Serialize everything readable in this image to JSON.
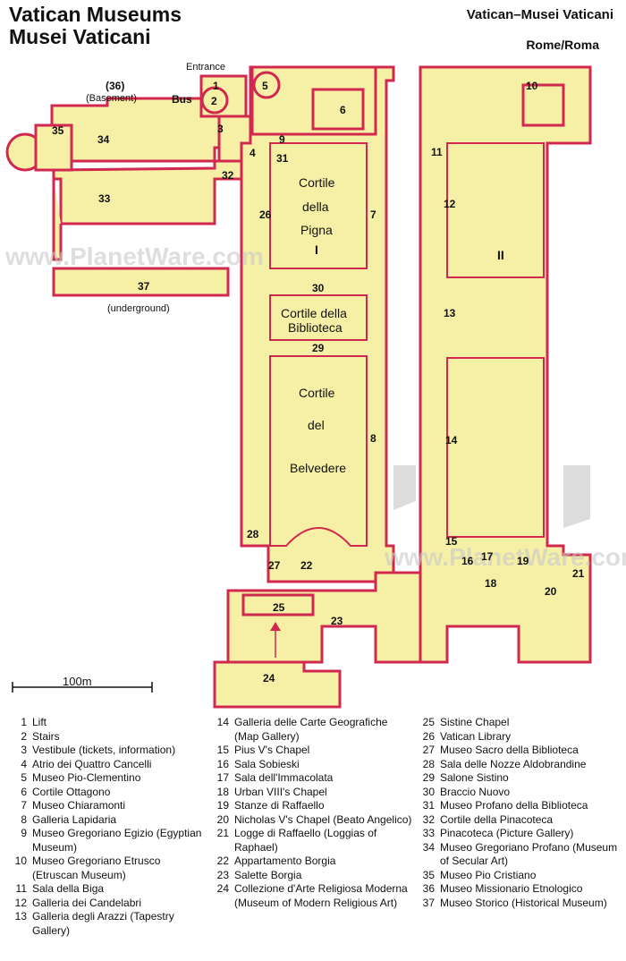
{
  "title": {
    "line1": "Vatican Museums",
    "line2": "Musei Vaticani"
  },
  "subtitle": "Vatican–Musei Vaticani",
  "city": "Rome/Roma",
  "watermark": "www.PlanetWare.com",
  "colors": {
    "building_fill": "#f6f0a6",
    "wall": "#d0284e",
    "text": "#111111"
  },
  "map_labels": {
    "entrance": "Entrance",
    "bus": "Bus",
    "basement_num": "(36)",
    "basement": "(Basement)",
    "underground": "(underground)",
    "scale": "100m",
    "cortile_pigna": [
      "Cortile",
      "della",
      "Pigna"
    ],
    "roman_one": "I",
    "cortile_biblioteca": [
      "Cortile della",
      "Biblioteca"
    ],
    "cortile_belvedere": [
      "Cortile",
      "del",
      "Belvedere"
    ],
    "roman_two": "II"
  },
  "legend": {
    "col1": [
      {
        "n": "1",
        "t": "Lift"
      },
      {
        "n": "2",
        "t": "Stairs"
      },
      {
        "n": "3",
        "t": "Vestibule (tickets, information)"
      },
      {
        "n": "4",
        "t": "Atrio dei Quattro Cancelli"
      },
      {
        "n": "5",
        "t": "Museo Pio-Clementino"
      },
      {
        "n": "6",
        "t": "Cortile Ottagono"
      },
      {
        "n": "7",
        "t": "Museo Chiaramonti"
      },
      {
        "n": "8",
        "t": "Galleria Lapidaria"
      },
      {
        "n": "9",
        "t": "Museo Gregoriano Egizio (Egyptian Museum)"
      },
      {
        "n": "10",
        "t": "Museo Gregoriano Etrusco (Etruscan Museum)"
      },
      {
        "n": "11",
        "t": "Sala della Biga"
      },
      {
        "n": "12",
        "t": "Galleria dei Candelabri"
      },
      {
        "n": "13",
        "t": "Galleria degli Arazzi (Tapestry Gallery)"
      }
    ],
    "col2": [
      {
        "n": "14",
        "t": "Galleria delle Carte Geografiche (Map Gallery)"
      },
      {
        "n": "15",
        "t": "Pius V's Chapel"
      },
      {
        "n": "16",
        "t": "Sala Sobieski"
      },
      {
        "n": "17",
        "t": "Sala dell'Immacolata"
      },
      {
        "n": "18",
        "t": "Urban VIII's Chapel"
      },
      {
        "n": "19",
        "t": "Stanze di Raffaello"
      },
      {
        "n": "20",
        "t": "Nicholas V's Chapel (Beato Angelico)"
      },
      {
        "n": "21",
        "t": "Logge di Raffaello (Loggias of Raphael)"
      },
      {
        "n": "22",
        "t": "Appartamento Borgia"
      },
      {
        "n": "23",
        "t": "Salette Borgia"
      },
      {
        "n": "24",
        "t": "Collezione d'Arte Religiosa Moderna (Museum of Modern Religious Art)"
      }
    ],
    "col3": [
      {
        "n": "25",
        "t": "Sistine Chapel"
      },
      {
        "n": "26",
        "t": "Vatican Library"
      },
      {
        "n": "27",
        "t": "Museo Sacro della Biblioteca"
      },
      {
        "n": "28",
        "t": "Sala delle Nozze Aldobrandine"
      },
      {
        "n": "29",
        "t": "Salone Sistino"
      },
      {
        "n": "30",
        "t": "Braccio Nuovo"
      },
      {
        "n": "31",
        "t": "Museo Profano della Biblioteca"
      },
      {
        "n": "32",
        "t": "Cortile della Pinacoteca"
      },
      {
        "n": "33",
        "t": "Pinacoteca (Picture Gallery)"
      },
      {
        "n": "34",
        "t": "Museo Gregoriano Profano (Museum of Secular Art)"
      },
      {
        "n": "35",
        "t": "Museo Pio Cristiano"
      },
      {
        "n": "36",
        "t": "Museo Missionario Etnologico"
      },
      {
        "n": "37",
        "t": "Museo Storico (Historical Museum)"
      }
    ]
  },
  "map_numbers": {
    "n1": "1",
    "n2": "2",
    "n3": "3",
    "n4": "4",
    "n5": "5",
    "n6": "6",
    "n7": "7",
    "n8": "8",
    "n9": "9",
    "n10": "10",
    "n11": "11",
    "n12": "12",
    "n13": "13",
    "n14": "14",
    "n15": "15",
    "n16": "16",
    "n17": "17",
    "n18": "18",
    "n19": "19",
    "n20": "20",
    "n21": "21",
    "n22": "22",
    "n23": "23",
    "n24": "24",
    "n25": "25",
    "n26": "26",
    "n27": "27",
    "n28": "28",
    "n29": "29",
    "n30": "30",
    "n31": "31",
    "n32": "32",
    "n33": "33",
    "n34": "34",
    "n35": "35",
    "n37": "37"
  }
}
